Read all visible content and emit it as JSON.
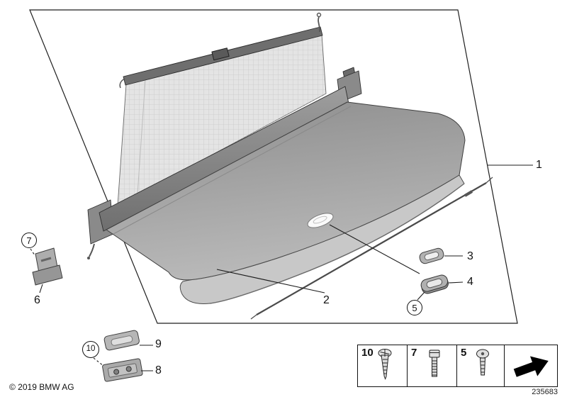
{
  "callouts": {
    "n1": "1",
    "n2": "2",
    "n3": "3",
    "n4": "4",
    "n5": "5",
    "n6": "6",
    "n7": "7",
    "n8": "8",
    "n9": "9",
    "n10": "10"
  },
  "fastener_table": {
    "cells": [
      {
        "label": "10",
        "icon": "tapping-screw-icon"
      },
      {
        "label": "7",
        "icon": "cap-screw-icon"
      },
      {
        "label": "5",
        "icon": "torx-screw-icon"
      },
      {
        "label": "",
        "icon": "continuation-arrow-icon"
      }
    ]
  },
  "footer": {
    "copyright": "© 2019 BMW AG",
    "diagram_number": "235683"
  },
  "colors": {
    "outline": "#1f1f1f",
    "shelf_dark": "#8d8d8d",
    "shelf_light": "#b9b9b9",
    "flap": "#c8c8c8",
    "mesh": "#e4e4e4",
    "cassette": "#7d7d7d",
    "icon_black": "#000000"
  }
}
